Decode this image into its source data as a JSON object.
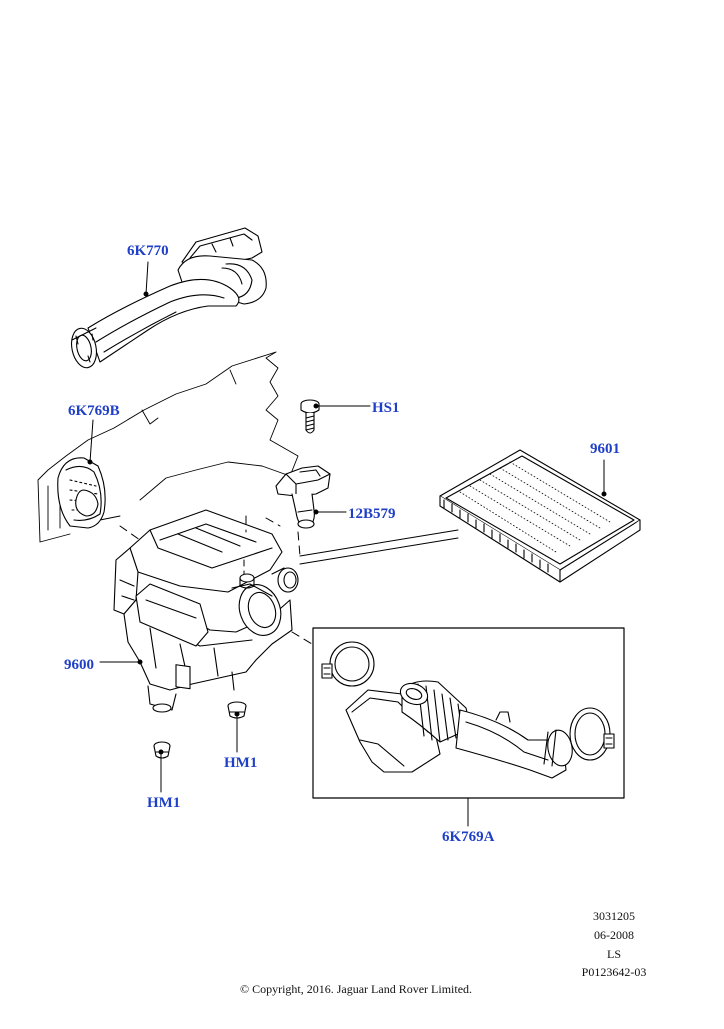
{
  "callouts": {
    "duct_upper": "6K770",
    "resonator": "6K769B",
    "screw": "HS1",
    "sensor": "12B579",
    "filter": "9601",
    "housing": "9600",
    "mount_left": "HM1",
    "mount_right": "HM1",
    "outlet_duct": "6K769A"
  },
  "footer": {
    "code": "3031205",
    "date": "06-2008",
    "model": "LS",
    "reference": "P0123642-03",
    "copyright": "© Copyright, 2016. Jaguar Land Rover Limited."
  },
  "colors": {
    "callout_text": "#1f3fc7",
    "line_art": "#000000",
    "background": "#ffffff"
  }
}
